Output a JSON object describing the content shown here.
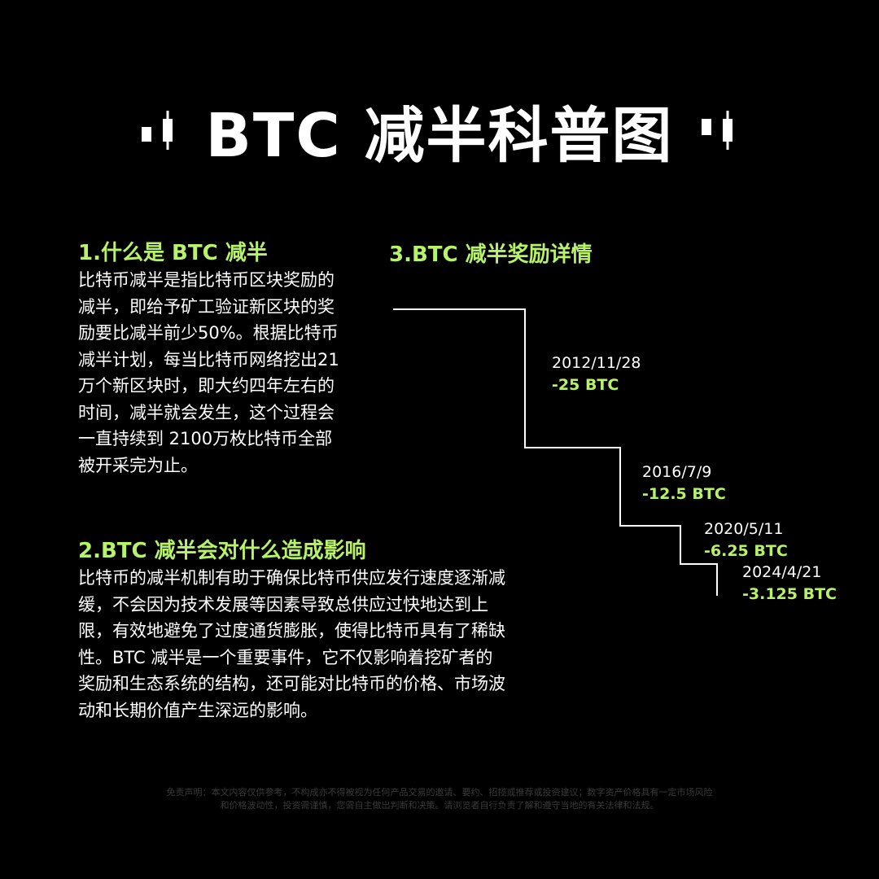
{
  "title": "BTC 减半科普图",
  "colors": {
    "background": "#000000",
    "accent": "#b8f26a",
    "text": "#ffffff"
  },
  "icons": {
    "left": "candlestick-icon",
    "right": "candlestick-icon"
  },
  "sections": {
    "what": {
      "heading": "1.什么是 BTC 减半",
      "lines": [
        "比特币减半是指比特币区块奖励的",
        "减半，即给予矿工验证新区块的奖",
        "励要比减半前少50%。根据比特币",
        "减半计划，每当比特币网络挖出21",
        "万个新区块时，即大约四年左右的",
        "时间，减半就会发生，这个过程会",
        "一直持续到 2100万枚比特币全部",
        "被开采完为止。"
      ]
    },
    "impact": {
      "heading": "2.BTC 减半会对什么造成影响",
      "lines": [
        "比特币的减半机制有助于确保比特币供应发行速度逐渐减",
        "缓，不会因为技术发展等因素导致总供应过快地达到上",
        "限，有效地避免了过度通货膨胀，使得比特币具有了稀缺",
        "性。BTC 减半是一个重要事件，它不仅影响着挖矿者的",
        "奖励和生态系统的结构，还可能对比特币的价格、市场波",
        "动和长期价值产生深远的影响。"
      ]
    },
    "details": {
      "heading": "3.BTC 减半奖励详情",
      "milestones": [
        {
          "date": "2012/11/28",
          "reward": "-25 BTC"
        },
        {
          "date": "2016/7/9",
          "reward": "-12.5 BTC"
        },
        {
          "date": "2020/5/11",
          "reward": "-6.25 BTC"
        },
        {
          "date": "2024/4/21",
          "reward": "-3.125 BTC"
        }
      ]
    }
  },
  "disclaimer": [
    "免责声明：本文内容仅供参考，不构成亦不得被视为任何产品交易的邀请、要约、招揽或推荐或投资建议；数字资产价格具有一定市场风险",
    "和价格波动性，投资需谨慎，您需自主做出判断和决策。请浏览者自行负责了解和遵守当地的有关法律和法规。"
  ]
}
